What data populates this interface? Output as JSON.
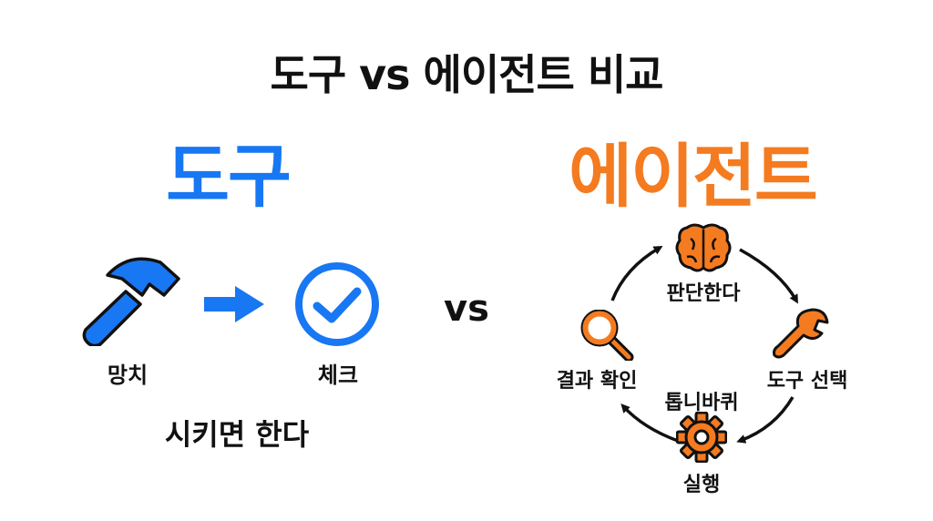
{
  "title": "도구 vs 에이전트 비교",
  "tool": {
    "heading": "도구",
    "heading_color": "#1877F2",
    "steps": [
      {
        "label": "망치",
        "icon": "hammer-icon"
      },
      {
        "label": "체크",
        "icon": "check-circle-icon"
      }
    ],
    "arrow_icon": "arrow-right-icon",
    "summary": "시키면 한다"
  },
  "vs_label": "vs",
  "agent": {
    "heading": "에이전트",
    "heading_color": "#F47B20",
    "cycle": [
      {
        "label": "판단한다",
        "icon": "brain-icon"
      },
      {
        "label": "도구 선택",
        "icon": "wrench-icon"
      },
      {
        "label": "실행",
        "icon": "gear-icon"
      },
      {
        "label": "결과 확인",
        "icon": "magnifier-icon"
      }
    ],
    "center_label": "톱니바퀴"
  }
}
